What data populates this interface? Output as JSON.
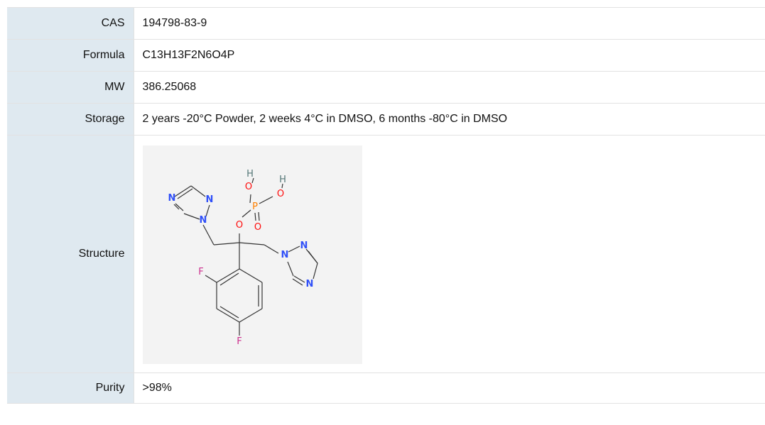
{
  "rows": [
    {
      "label": "CAS",
      "value": "194798-83-9"
    },
    {
      "label": "Formula",
      "value": "C13H13F2N6O4P"
    },
    {
      "label": "MW",
      "value": "386.25068"
    },
    {
      "label": "Storage",
      "value": "2 years -20°C Powder, 2 weeks 4°C in DMSO, 6 months -80°C in DMSO"
    },
    {
      "label": "Structure"
    },
    {
      "label": "Purity",
      "value": ">98%"
    }
  ],
  "structure": {
    "atoms": {
      "H1": "H",
      "O1": "O",
      "H2": "H",
      "O2": "O",
      "P": "P",
      "O3": "O",
      "O4": "O",
      "N1": "N",
      "N2": "N",
      "N3": "N",
      "N4": "N",
      "N5": "N",
      "N6": "N",
      "F1": "F",
      "F2": "F"
    },
    "colors": {
      "bond": "#333333",
      "oxygen": "#ff0d0d",
      "phosphorus": "#ff8000",
      "nitrogen": "#3050f8",
      "fluorine": "#cc2f8e",
      "hydrogen": "#557777"
    }
  }
}
